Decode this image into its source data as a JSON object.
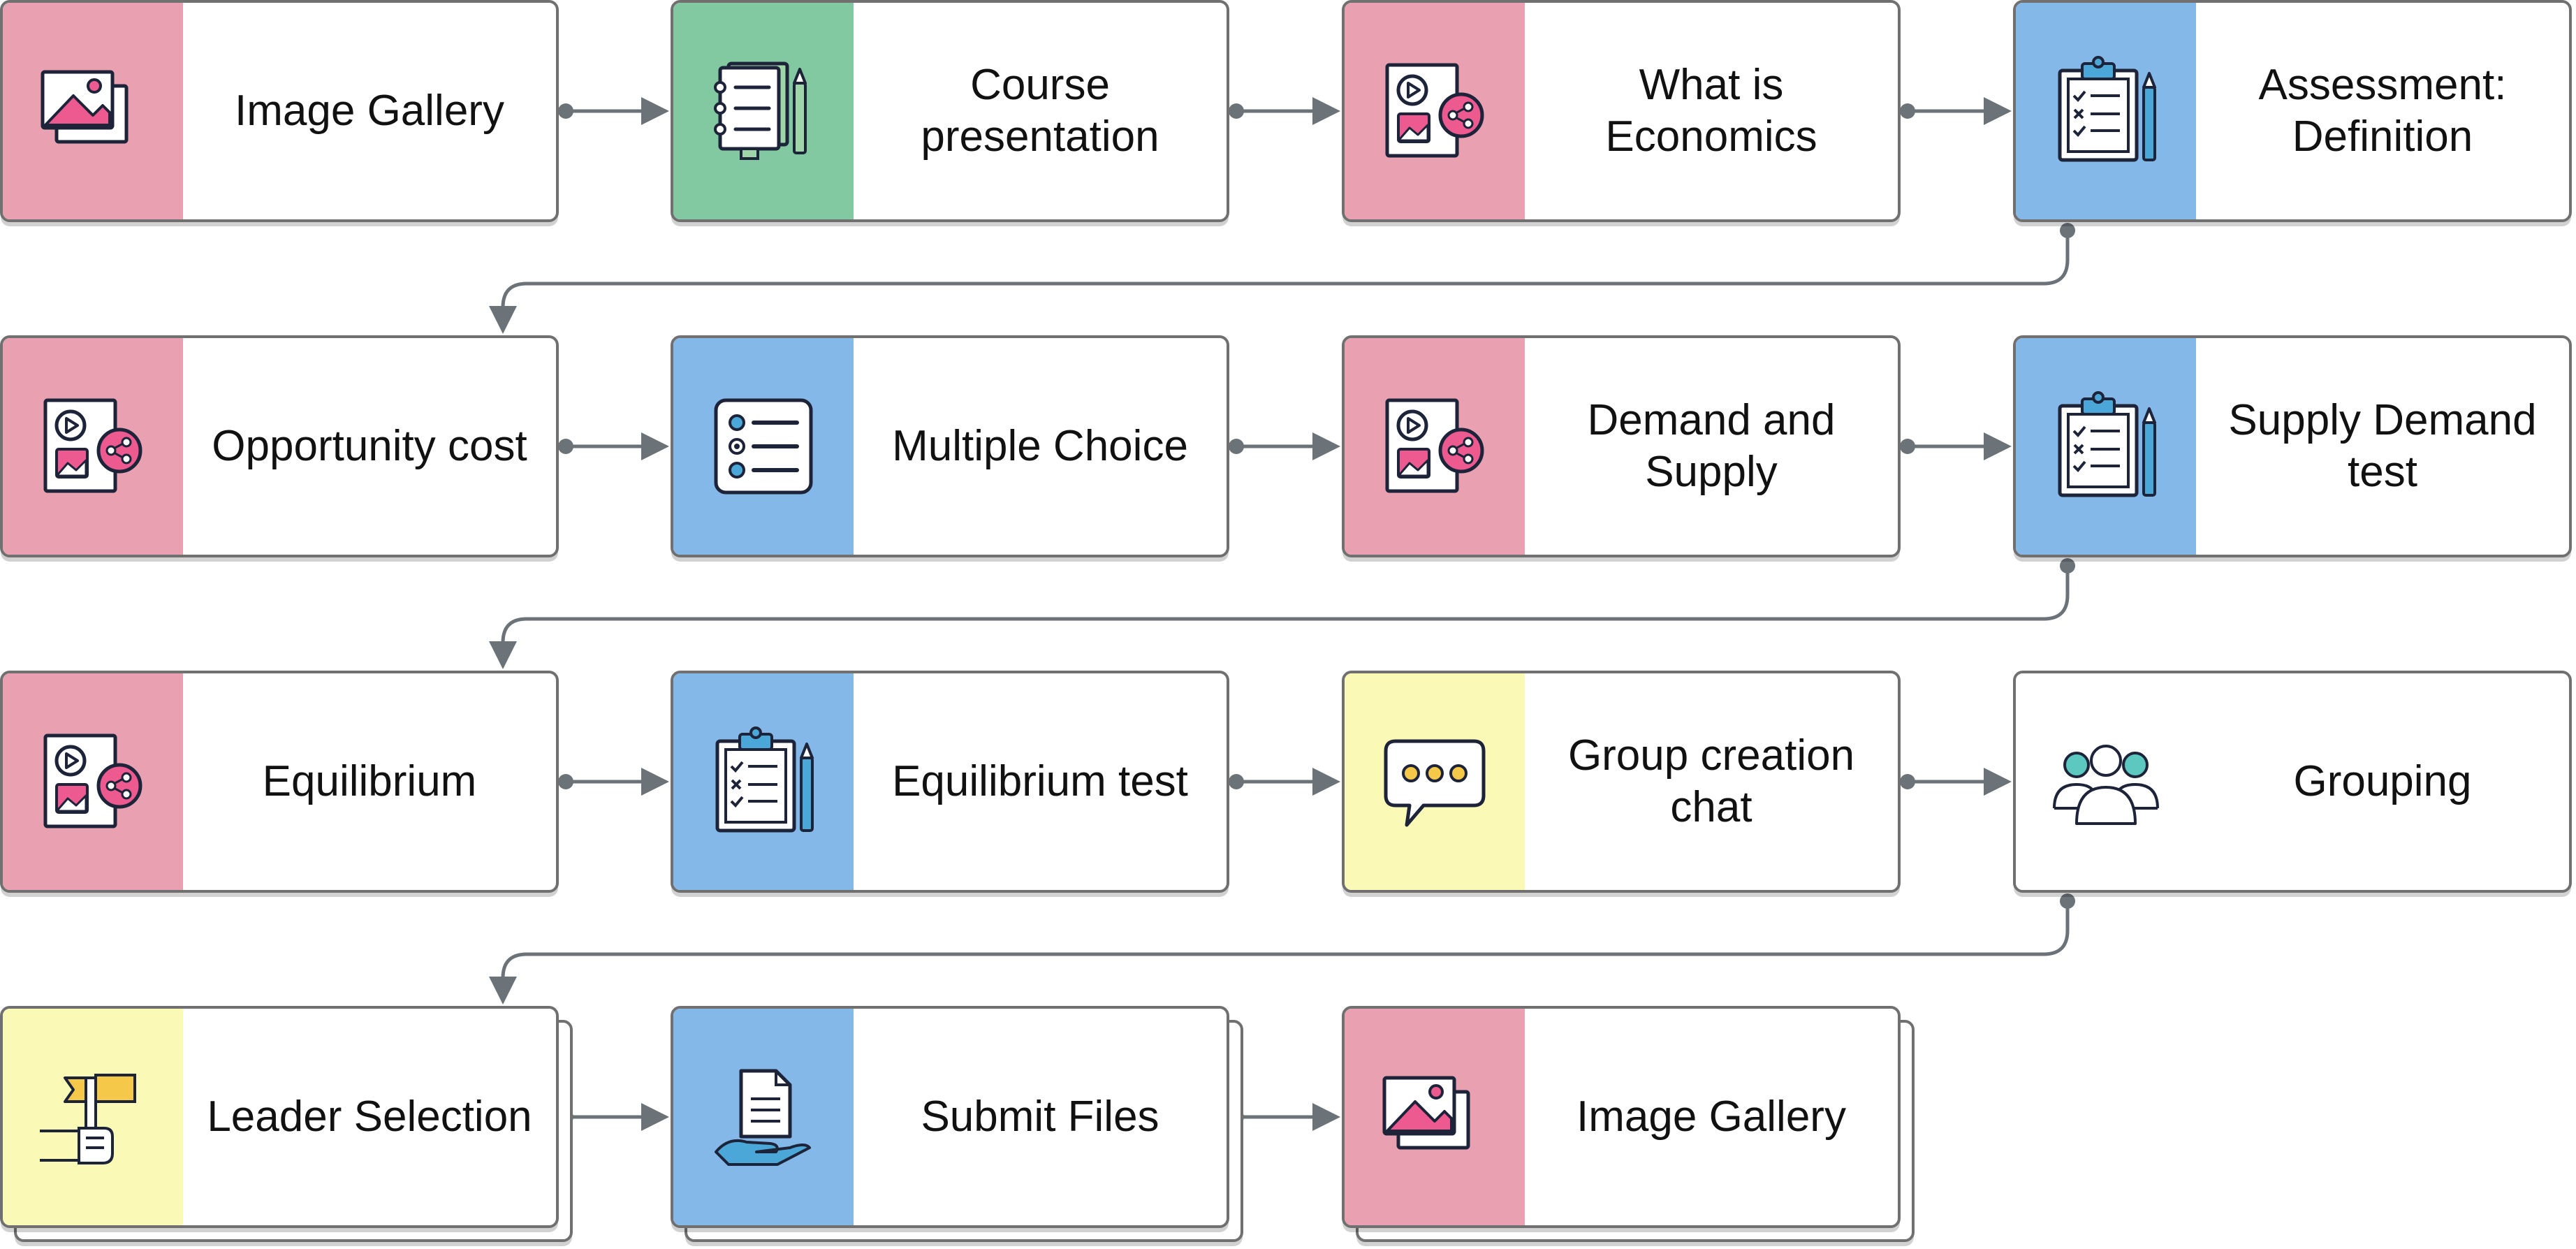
{
  "colors": {
    "pink": "#e9a0b0",
    "green": "#82c8a0",
    "blue": "#84b8e8",
    "yellow": "#fafab6",
    "none": "#ffffff",
    "connector": "#6b7278",
    "border": "#707070"
  },
  "nodes": [
    {
      "label": "Image Gallery",
      "color": "pink",
      "icon": "image-gallery-icon"
    },
    {
      "label": "Course\npresentation",
      "color": "green",
      "icon": "course-presentation-icon"
    },
    {
      "label": "What is\nEconomics",
      "color": "pink",
      "icon": "interactive-video-icon"
    },
    {
      "label": "Assessment:\nDefinition",
      "color": "blue",
      "icon": "assessment-clipboard-icon"
    },
    {
      "label": "Opportunity cost",
      "color": "pink",
      "icon": "interactive-video-icon"
    },
    {
      "label": "Multiple Choice",
      "color": "blue",
      "icon": "multiple-choice-icon"
    },
    {
      "label": "Demand and\nSupply",
      "color": "pink",
      "icon": "interactive-video-icon"
    },
    {
      "label": "Supply Demand\ntest",
      "color": "blue",
      "icon": "assessment-clipboard-icon"
    },
    {
      "label": "Equilibrium",
      "color": "pink",
      "icon": "interactive-video-icon"
    },
    {
      "label": "Equilibrium test",
      "color": "blue",
      "icon": "assessment-clipboard-icon"
    },
    {
      "label": "Group creation\nchat",
      "color": "yellow",
      "icon": "chat-bubble-icon"
    },
    {
      "label": "Grouping",
      "color": "none",
      "icon": "group-people-icon"
    },
    {
      "label": "Leader Selection",
      "color": "yellow",
      "icon": "leader-flag-icon",
      "stacked": true
    },
    {
      "label": "Submit Files",
      "color": "blue",
      "icon": "submit-files-icon",
      "stacked": true
    },
    {
      "label": "Image Gallery",
      "color": "pink",
      "icon": "image-gallery-icon",
      "stacked": true
    }
  ]
}
